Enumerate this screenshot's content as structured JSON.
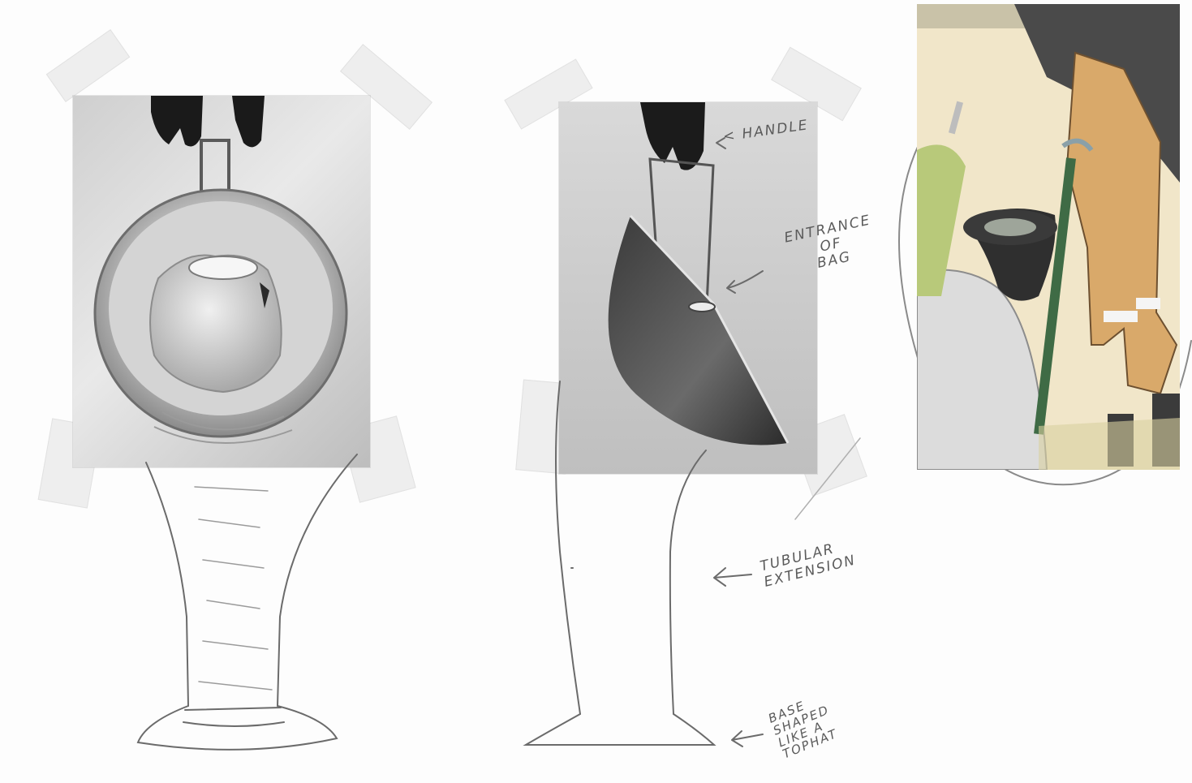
{
  "annotations": {
    "handle": "< HANDLE",
    "entrance": "ENTRANCE\nOF\nBAG",
    "tubular": "TUBULAR\nEXTENSION",
    "base": "BASE\nSHAPED\nLIKE A\nTOPHAT"
  },
  "colors": {
    "paper": "#fdfdfd",
    "pencil": "#6b6b6b",
    "photo_dark": "#3a3a3a",
    "photo_light": "#d8d8d8",
    "illus_tan": "#d9a96a",
    "illus_green": "#3f6b45",
    "illus_coat": "#4a4a4a"
  }
}
